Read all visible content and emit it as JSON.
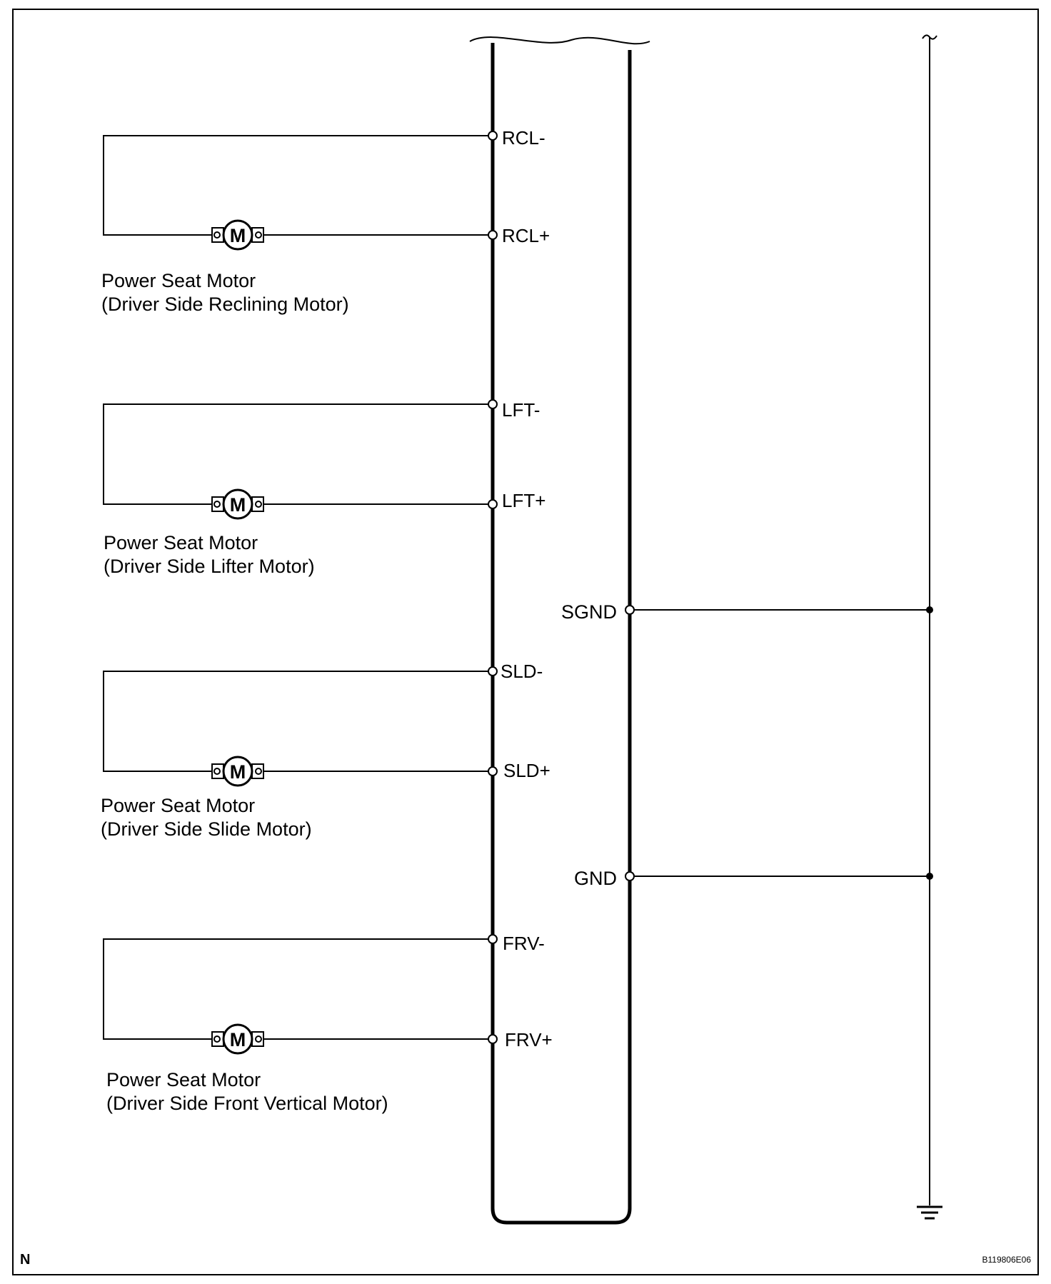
{
  "figure": {
    "corner_mark": "N",
    "figure_code": "B119806E06"
  },
  "motors": [
    {
      "symbol": "M",
      "label_line1": "Power Seat Motor",
      "label_line2": "(Driver Side Reclining Motor)",
      "pin_minus": "RCL-",
      "pin_plus": "RCL+"
    },
    {
      "symbol": "M",
      "label_line1": "Power Seat Motor",
      "label_line2": "(Driver Side Lifter Motor)",
      "pin_minus": "LFT-",
      "pin_plus": "LFT+"
    },
    {
      "symbol": "M",
      "label_line1": "Power Seat Motor",
      "label_line2": "(Driver Side Slide Motor)",
      "pin_minus": "SLD-",
      "pin_plus": "SLD+"
    },
    {
      "symbol": "M",
      "label_line1": "Power Seat Motor",
      "label_line2": "(Driver Side Front Vertical Motor)",
      "pin_minus": "FRV-",
      "pin_plus": "FRV+"
    }
  ],
  "ground_pins": {
    "sgnd": "SGND",
    "gnd": "GND"
  },
  "icons": {
    "motor": "motor-icon",
    "ground": "ground-symbol-icon",
    "break": "wire-break-tilde-icon"
  },
  "colors": {
    "line": "#000000",
    "background": "#ffffff"
  }
}
